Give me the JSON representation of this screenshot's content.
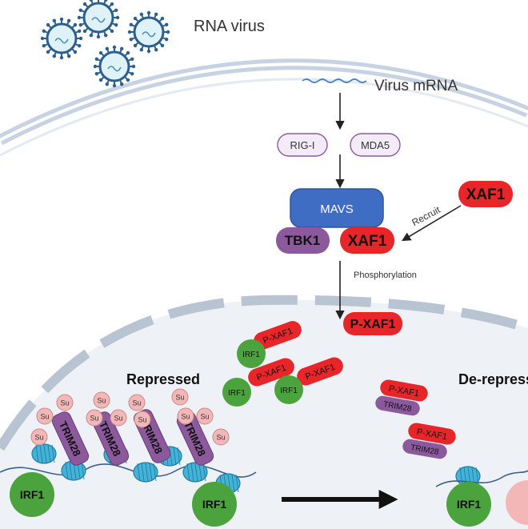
{
  "labels": {
    "rna_virus": "RNA virus",
    "virus_mrna": "Virus mRNA",
    "rig_i": "RIG-I",
    "mda5": "MDA5",
    "mavs": "MAVS",
    "tbk1": "TBK1",
    "xaf1": "XAF1",
    "recruit": "Recruit",
    "phosphorylation": "Phosphorylation",
    "p_xaf1": "P-XAF1",
    "irf1": "IRF1",
    "repressed": "Repressed",
    "de_repressed": "De-repressed",
    "trim28": "TRIM28",
    "su": "Su"
  },
  "colors": {
    "membrane": "#c7d3e3",
    "nucleus": "#e6eaef",
    "xaf1_red": "#e8262a",
    "irf1_green": "#4ba33e",
    "trim28_purple": "#8c5a9c",
    "mavs_blue": "#3f6dc4",
    "histone_blue": "#45b3d8",
    "su_pink": "#f3b7b7"
  },
  "icons": [
    "virus-icon",
    "mrna-wave-icon",
    "arrow-icon",
    "nucleosome-icon",
    "dna-strand-icon"
  ]
}
